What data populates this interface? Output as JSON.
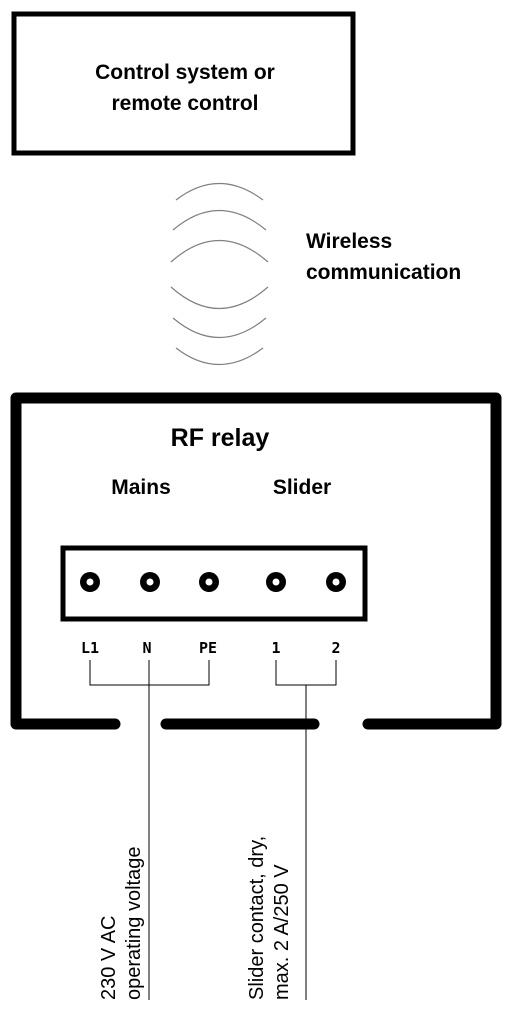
{
  "control_box": {
    "line1": "Control system or",
    "line2": "remote control"
  },
  "wireless": {
    "line1": "Wireless",
    "line2": "communication"
  },
  "relay": {
    "title": "RF relay",
    "group_mains": "Mains",
    "group_slider": "Slider",
    "terminals": [
      "L1",
      "N",
      "PE",
      "1",
      "2"
    ]
  },
  "outputs": {
    "mains": {
      "line1": "230 V AC",
      "line2": "operating voltage"
    },
    "slider": {
      "line1": "Slider contact, dry,",
      "line2": "max. 2 A/250 V"
    }
  },
  "colors": {
    "line": "#000000",
    "wave": "#808080",
    "background": "#ffffff"
  }
}
